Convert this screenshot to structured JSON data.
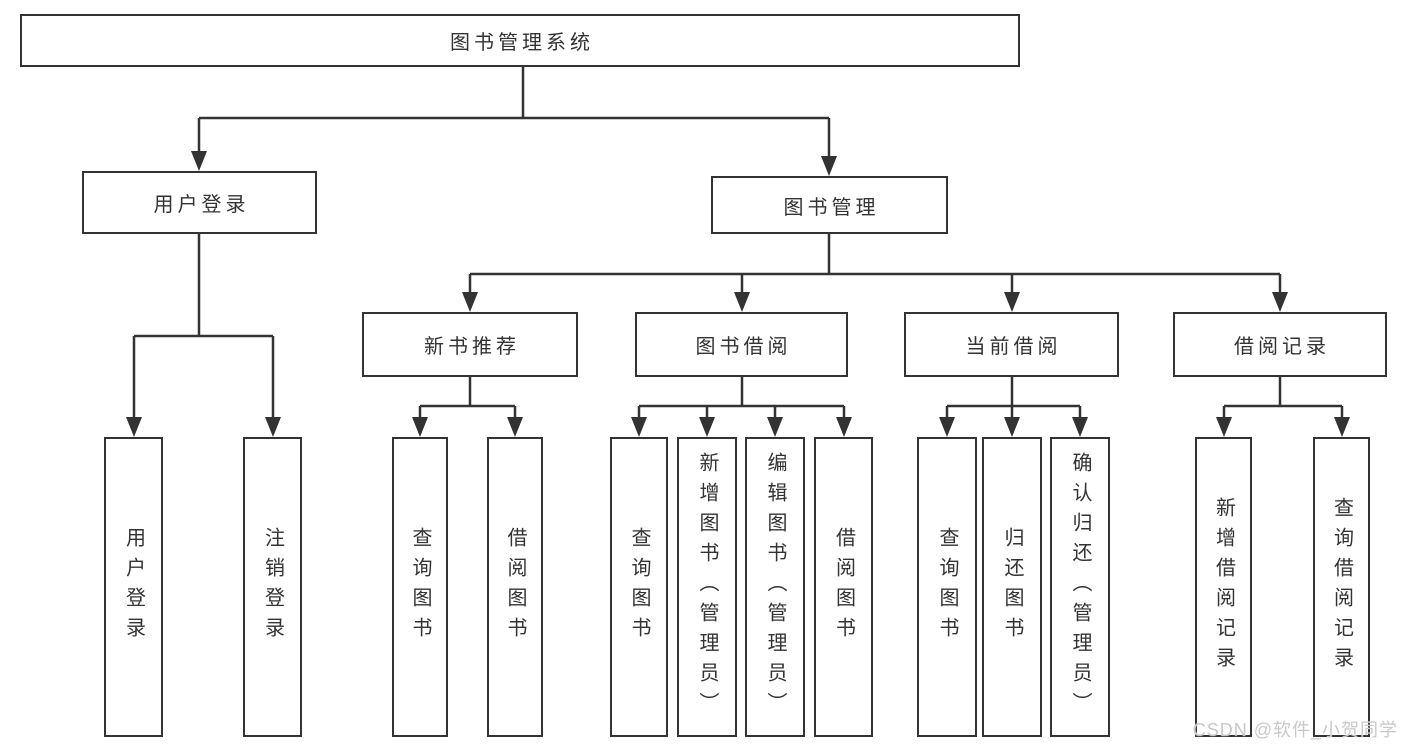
{
  "watermark": "CSDN @软件_小贺同学",
  "colors": {
    "line": "#333333",
    "box_border": "#333333",
    "box_fill": "#ffffff",
    "text": "#333333",
    "watermark": "#c8c8c8"
  },
  "nodes": {
    "root": "图书管理系统",
    "user_login": "用户登录",
    "book_mgmt": "图书管理",
    "new_book": "新书推荐",
    "book_borrow": "图书借阅",
    "current_borrow": "当前借阅",
    "borrow_record": "借阅记录",
    "leaves": {
      "user_login_login": "用户登录",
      "user_login_logout": "注销登录",
      "new_book_query": "查询图书",
      "new_book_borrow": "借阅图书",
      "book_borrow_query": "查询图书",
      "book_borrow_add": "新增图书（管理员）",
      "book_borrow_edit": "编辑图书（管理员）",
      "book_borrow_borrow": "借阅图书",
      "current_borrow_query": "查询图书",
      "current_borrow_return": "归还图书",
      "current_borrow_confirm": "确认归还（管理员）",
      "borrow_record_add": "新增借阅记录",
      "borrow_record_query": "查询借阅记录"
    }
  }
}
